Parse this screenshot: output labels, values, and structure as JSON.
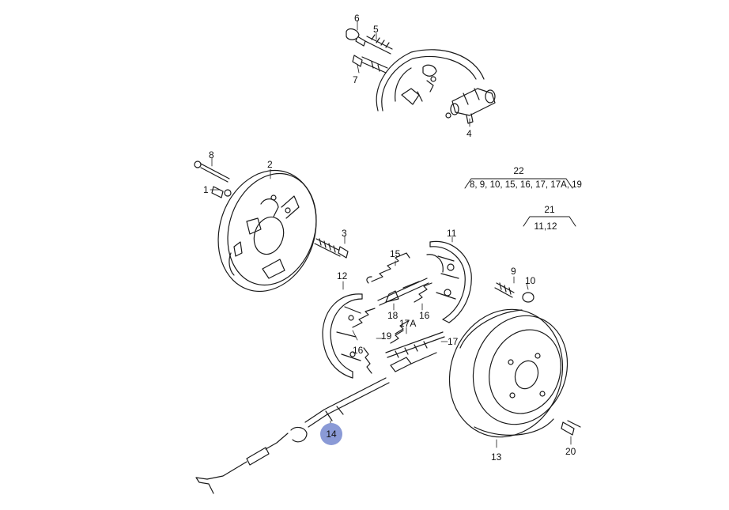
{
  "labels": {
    "p1": "1",
    "p2": "2",
    "p3": "3",
    "p4": "4",
    "p5": "5",
    "p6": "6",
    "p7": "7",
    "p8": "8",
    "p9": "9",
    "p10": "10",
    "p11": "11",
    "p12": "12",
    "p13": "13",
    "p14": "14",
    "p15": "15",
    "p16a": "16",
    "p16b": "16",
    "p17": "17",
    "p17a": "17A",
    "p18": "18",
    "p19": "19",
    "p20": "20"
  },
  "groups": {
    "g22": {
      "number": "22",
      "items": "8, 9, 10, 15, 16, 17, 17A, 19"
    },
    "g21": {
      "number": "21",
      "items": "11,12"
    }
  },
  "highlight": {
    "color": "#8a9ad6",
    "part": "14"
  }
}
